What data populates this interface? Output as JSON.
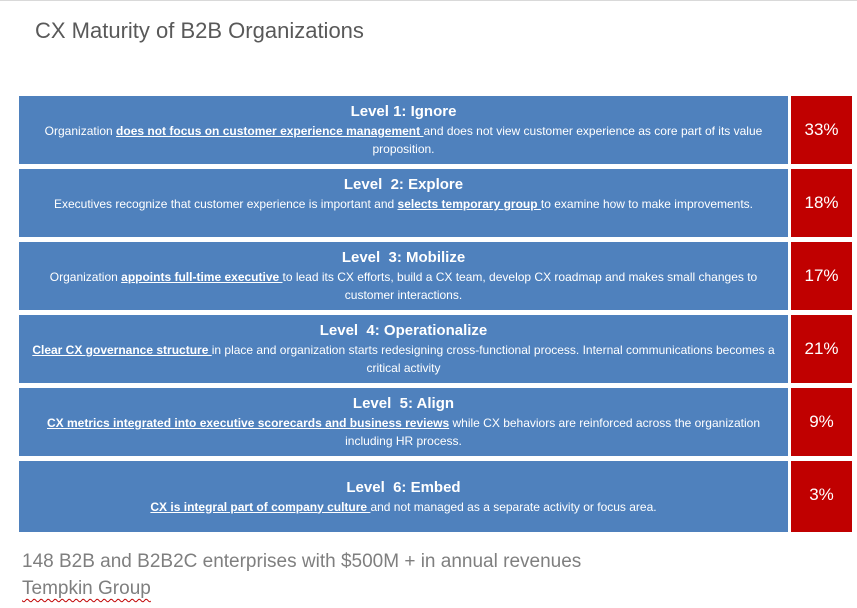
{
  "title": "CX Maturity of B2B Organizations",
  "colors": {
    "level_box": "#4f81bd",
    "percent_box": "#c00000",
    "title_text": "#595959",
    "footer_text": "#7f7f7f"
  },
  "levels": [
    {
      "title": "Level 1: Ignore",
      "desc_before": "Organization ",
      "desc_highlight": "does not focus on customer experience management ",
      "desc_after": "and does not view customer experience as core part of its value proposition.",
      "percent": "33%"
    },
    {
      "title": "Level  2: Explore",
      "desc_before": "Executives recognize that customer experience is important and ",
      "desc_highlight": "selects temporary group ",
      "desc_after": "to examine how to make improvements.",
      "percent": "18%"
    },
    {
      "title": "Level  3: Mobilize",
      "desc_before": "Organization ",
      "desc_highlight": "appoints full-time executive ",
      "desc_after": "to lead its CX efforts, build a CX team, develop CX roadmap and makes small changes to customer interactions.",
      "percent": "17%"
    },
    {
      "title": "Level  4: Operationalize",
      "desc_before": "",
      "desc_highlight": "Clear CX governance structure ",
      "desc_after": "in place and organization starts redesigning cross-functional process. Internal communications becomes a critical activity",
      "percent": "21%"
    },
    {
      "title": "Level  5: Align",
      "desc_before": "",
      "desc_highlight": "CX metrics integrated into executive scorecards and business reviews",
      "desc_after": " while CX behaviors are reinforced across the organization including HR process.",
      "percent": "9%"
    },
    {
      "title": "Level  6: Embed",
      "desc_before": "",
      "desc_highlight": "CX is integral part of company culture ",
      "desc_after": "and not managed as a separate activity or focus area.",
      "percent": "3%"
    }
  ],
  "footer": {
    "line1": "148 B2B and B2B2C enterprises with $500M + in annual revenues",
    "line2": "Tempkin Group"
  }
}
